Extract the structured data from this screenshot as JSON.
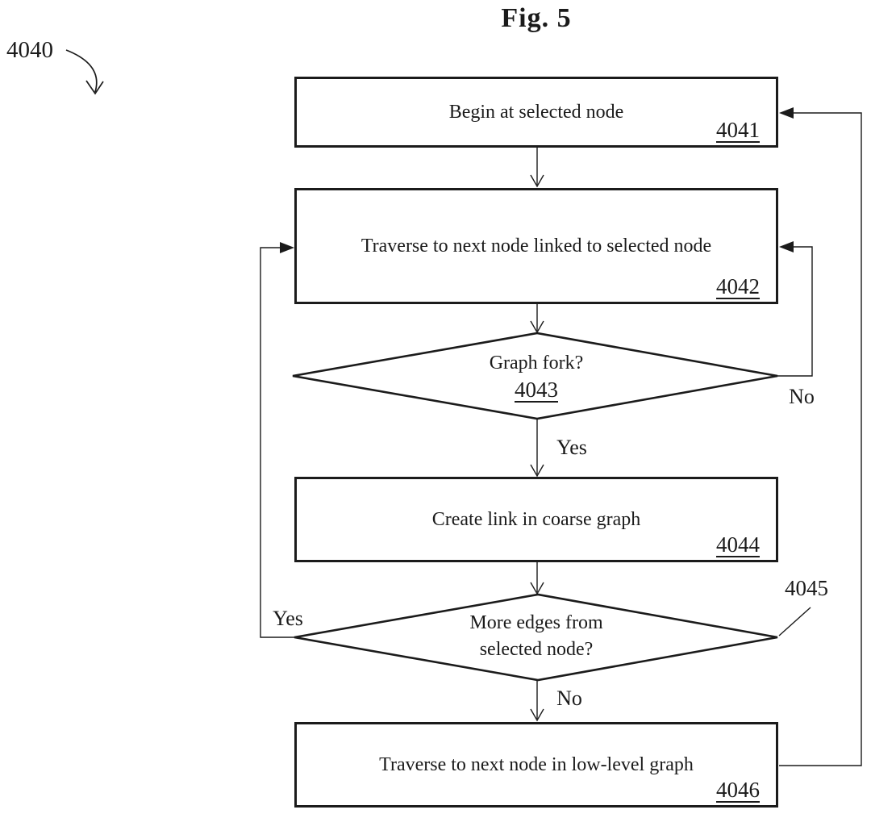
{
  "figure": {
    "title": "Fig. 5",
    "ref": "4040"
  },
  "nodes": {
    "begin": {
      "label": "Begin at selected node",
      "ref": "4041"
    },
    "traverse_linked": {
      "label": "Traverse to next node linked to selected node",
      "ref": "4042"
    },
    "graph_fork": {
      "label": "Graph fork?",
      "ref": "4043"
    },
    "create_link": {
      "label": "Create link in coarse graph",
      "ref": "4044"
    },
    "more_edges": {
      "line1": "More edges from",
      "line2": "selected node?",
      "ref": "4045"
    },
    "traverse_low": {
      "label": "Traverse to next node in low-level graph",
      "ref": "4046"
    }
  },
  "edge_labels": {
    "fork_yes": "Yes",
    "fork_no": "No",
    "more_yes": "Yes",
    "more_no": "No"
  },
  "colors": {
    "ink": "#1b1b1b",
    "background": "#ffffff"
  }
}
